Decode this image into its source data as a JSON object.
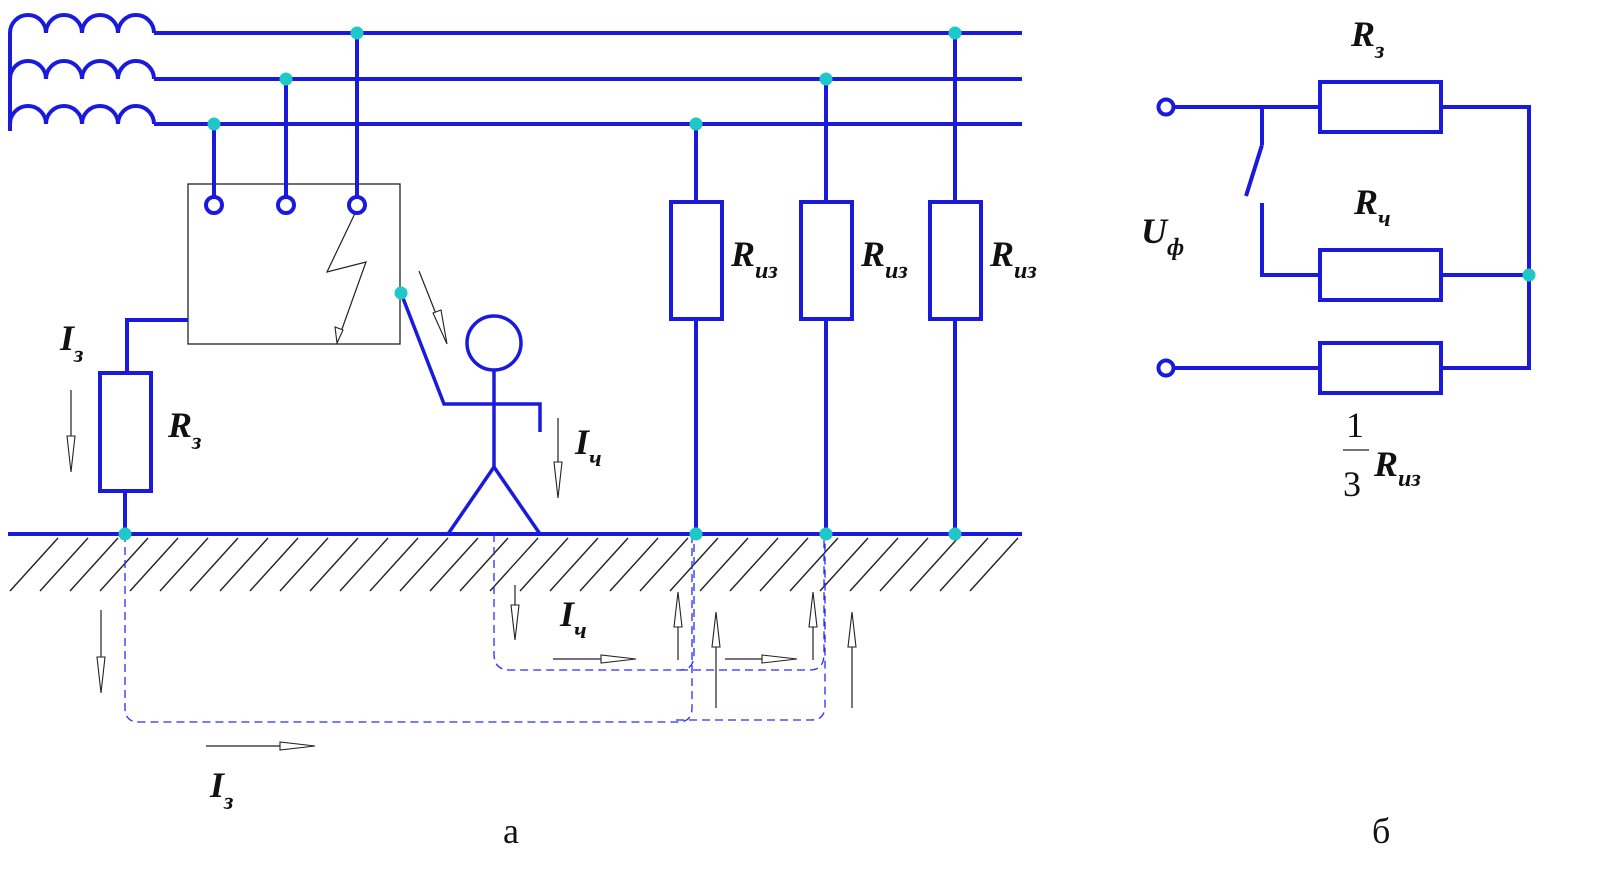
{
  "diagram": {
    "part_a_caption": "а",
    "part_b_caption": "б",
    "labels": {
      "insulation_resistance": {
        "main": "R",
        "sub": "из"
      },
      "ground_resistance": {
        "main": "R",
        "sub": "з"
      },
      "ground_current": {
        "main": "I",
        "sub": "з"
      },
      "human_current": {
        "main": "I",
        "sub": "ч"
      },
      "human_resistance": {
        "main": "R",
        "sub": "ч"
      },
      "phase_voltage": {
        "main": "U",
        "sub": "ф"
      },
      "fraction_num": "1",
      "fraction_den": "3"
    },
    "colors": {
      "wire": "#1a1adc",
      "node": "#1ec8c8",
      "ground_current_path": "#2a2aff",
      "outline": "#222222"
    }
  }
}
